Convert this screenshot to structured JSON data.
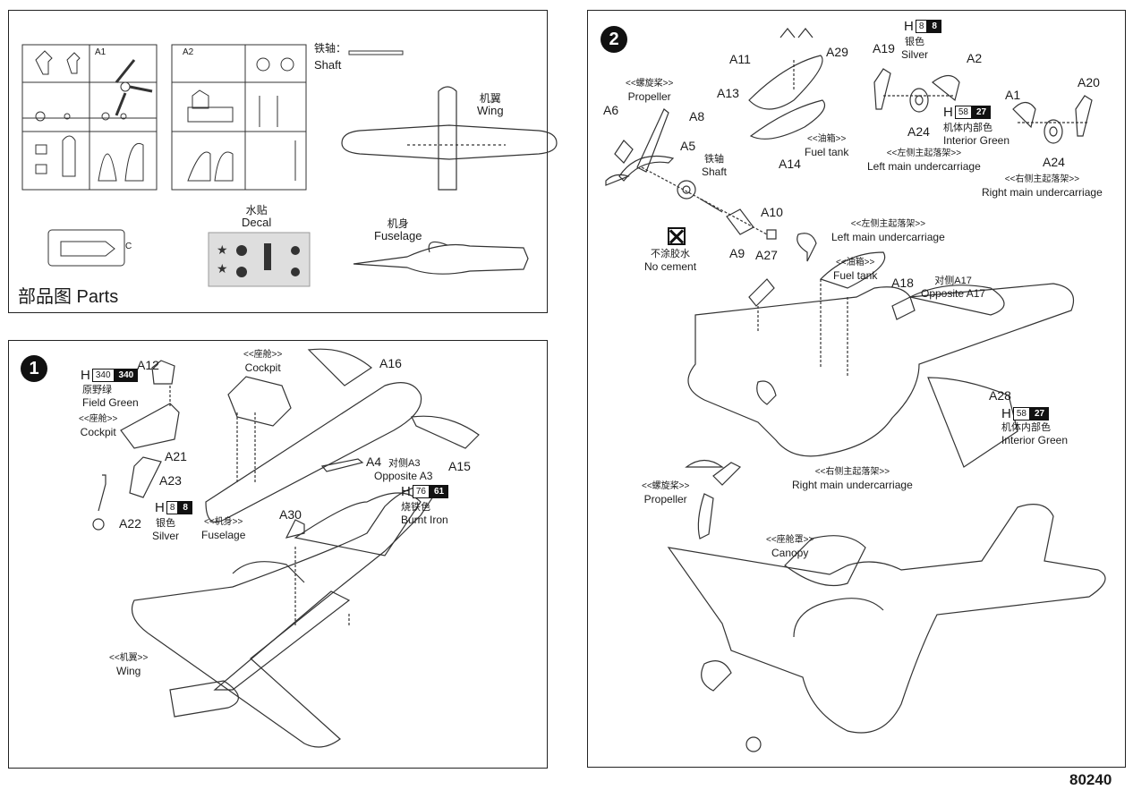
{
  "parts_panel": {
    "title": "部品图 Parts",
    "sprue_a1_label": "A1",
    "sprue_a2_label": "A2",
    "shaft": {
      "zh": "铁轴：",
      "en": "Shaft"
    },
    "wing": {
      "zh": "机翼",
      "en": "Wing"
    },
    "decal": {
      "zh": "水贴",
      "en": "Decal"
    },
    "fuselage": {
      "zh": "机身",
      "en": "Fuselage"
    },
    "canopy_part": "C"
  },
  "step1": {
    "number": "1",
    "parts": [
      "A12",
      "A21",
      "A23",
      "A22",
      "A16",
      "A15",
      "A4",
      "A30"
    ],
    "paint_field_green": {
      "h": "H",
      "a": "340",
      "b": "340",
      "zh": "原野绿",
      "en": "Field Green"
    },
    "paint_silver": {
      "h": "H",
      "a": "8",
      "b": "8",
      "zh": "银色",
      "en": "Silver"
    },
    "paint_burnt_iron": {
      "h": "H",
      "a": "76",
      "b": "61",
      "zh": "烧铁色",
      "en": "Burnt Iron"
    },
    "cockpit_left": {
      "zh": "<<座舱>>",
      "en": "Cockpit"
    },
    "cockpit_top": {
      "zh": "<<座舱>>",
      "en": "Cockpit"
    },
    "fuselage": {
      "zh": "<<机身>>",
      "en": "Fuselage"
    },
    "opposite_a3": {
      "zh": "对侧A3",
      "en": "Opposite A3"
    },
    "wing": {
      "zh": "<<机翼>>",
      "en": "Wing"
    }
  },
  "step2": {
    "number": "2",
    "parts": [
      "A29",
      "A11",
      "A13",
      "A14",
      "A19",
      "A2",
      "A24",
      "A1",
      "A20",
      "A24",
      "A6",
      "A8",
      "A5",
      "A10",
      "A9",
      "A27",
      "A18",
      "A28"
    ],
    "paint_silver": {
      "h": "H",
      "a": "8",
      "b": "8",
      "zh": "银色",
      "en": "Silver"
    },
    "paint_green_top": {
      "h": "H",
      "a": "58",
      "b": "27",
      "zh": "机体内部色",
      "en": "Interior Green"
    },
    "paint_green_mid": {
      "h": "H",
      "a": "58",
      "b": "27",
      "zh": "机体内部色",
      "en": "Interior Green"
    },
    "propeller_top": {
      "zh": "<<螺旋桨>>",
      "en": "Propeller"
    },
    "shaft": {
      "zh": "铁轴",
      "en": "Shaft"
    },
    "no_cement": {
      "zh": "不涂胶水",
      "en": "No cement"
    },
    "fuel_tank_top": {
      "zh": "<<油箱>>",
      "en": "Fuel tank"
    },
    "left_uc_top": {
      "zh": "<<左侧主起落架>>",
      "en": "Left main undercarriage"
    },
    "right_uc_top": {
      "zh": "<<右侧主起落架>>",
      "en": "Right main undercarriage"
    },
    "left_uc_mid": {
      "zh": "<<左侧主起落架>>",
      "en": "Left main undercarriage"
    },
    "fuel_tank_mid": {
      "zh": "<<油箱>>",
      "en": "Fuel tank"
    },
    "opposite_a17": {
      "zh": "对侧A17",
      "en": "Opposite A17"
    },
    "right_uc_mid": {
      "zh": "<<右侧主起落架>>",
      "en": "Right main undercarriage"
    },
    "propeller_mid": {
      "zh": "<<螺旋桨>>",
      "en": "Propeller"
    },
    "canopy": {
      "zh": "<<座舱罩>>",
      "en": "Canopy"
    }
  },
  "page_code": "80240"
}
